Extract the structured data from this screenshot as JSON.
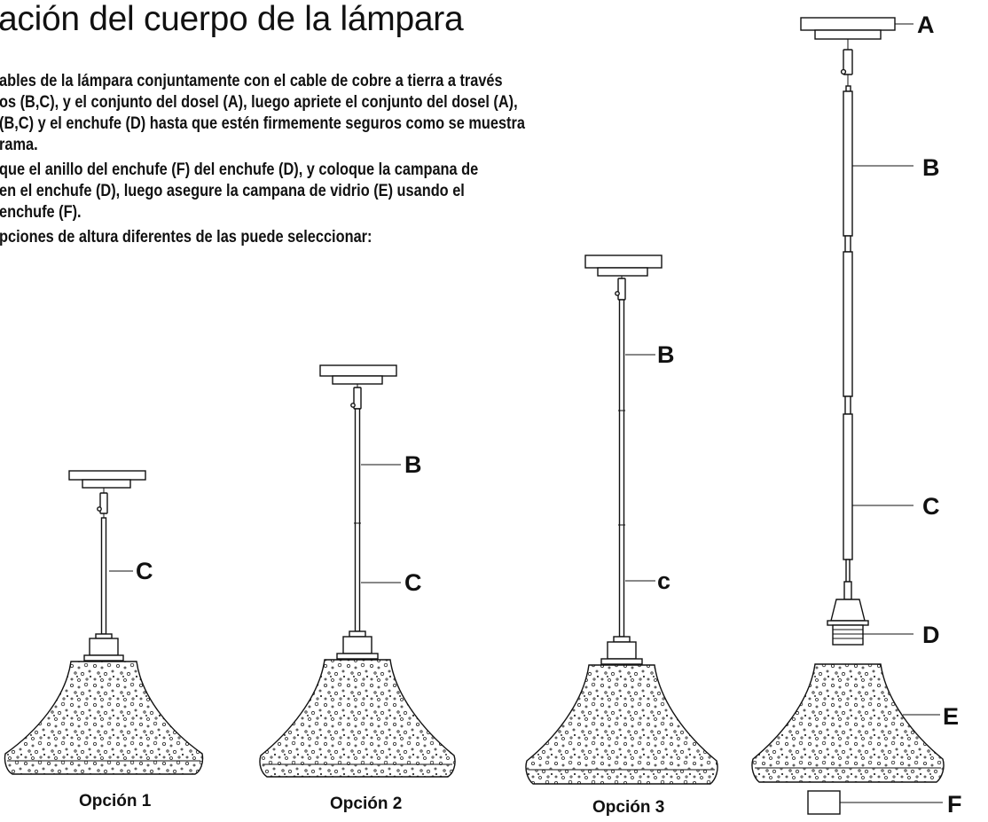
{
  "title": "ación del cuerpo de la lámpara",
  "instructions": [
    [
      "ables de la lámpara conjuntamente con el cable de cobre a tierra a través",
      "os (B,C), y el conjunto del dosel (A), luego apriete el conjunto del dosel (A),",
      "(B,C) y el enchufe (D) hasta que estén firmemente seguros como se muestra",
      "rama."
    ],
    [
      "que el anillo del enchufe (F) del enchufe (D), y coloque la campana de",
      "en el enchufe (D), luego asegure la campana de vidrio (E) usando el",
      "enchufe (F)."
    ],
    [
      "pciones de altura diferentes de las puede seleccionar:"
    ]
  ],
  "options": [
    {
      "caption": "Opción 1",
      "labels": [
        "C"
      ]
    },
    {
      "caption": "Opción 2",
      "labels": [
        "B",
        "C"
      ]
    },
    {
      "caption": "Opción 3",
      "labels": [
        "B",
        "c"
      ]
    }
  ],
  "parts": [
    "A",
    "B",
    "C",
    "D",
    "E",
    "F"
  ]
}
